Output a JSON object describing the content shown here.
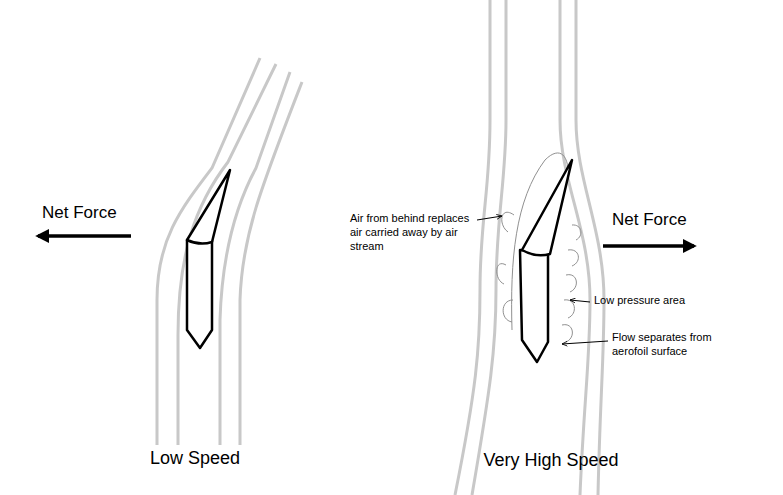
{
  "diagram": {
    "labels": [
      "Net Force",
      "Air from behind replaces air carried away by air stream",
      "Net Force",
      "Low pressure area",
      "Flow separates from aerofoil surface",
      "Low Speed",
      "Very High Speed"
    ]
  }
}
